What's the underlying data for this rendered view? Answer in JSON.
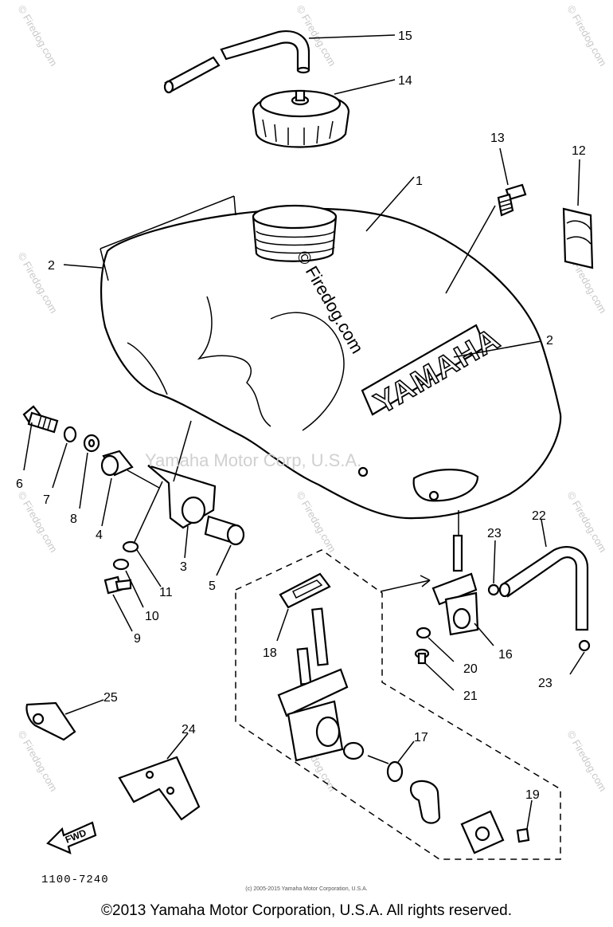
{
  "watermark": {
    "side_text": "© Firedog.com",
    "center_text": "© Firedog.com",
    "overlay_text": "Yamaha Motor Corp, U.S.A."
  },
  "tank_brand": "YAMAHA",
  "fwd_label": "FWD",
  "drawing_number": "1100-7240",
  "small_copyright": "(c) 2005-2015 Yamaha Motor Corporation, U.S.A.",
  "copyright": "©2013 Yamaha Motor Corporation, U.S.A. All rights reserved.",
  "callouts": {
    "c1": "1",
    "c2a": "2",
    "c2b": "2",
    "c3": "3",
    "c4": "4",
    "c5": "5",
    "c6": "6",
    "c7": "7",
    "c8": "8",
    "c9": "9",
    "c10": "10",
    "c11": "11",
    "c12": "12",
    "c13": "13",
    "c14": "14",
    "c15": "15",
    "c16": "16",
    "c17": "17",
    "c18": "18",
    "c19": "19",
    "c20": "20",
    "c21": "21",
    "c22": "22",
    "c23a": "23",
    "c23b": "23",
    "c24": "24",
    "c25": "25"
  }
}
